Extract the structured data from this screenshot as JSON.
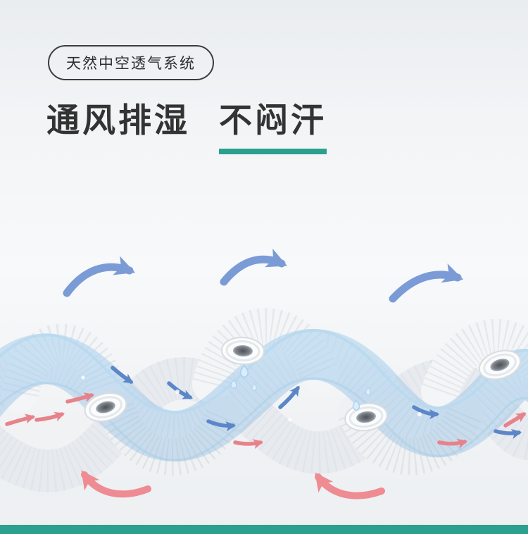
{
  "header": {
    "badge": "天然中空透气系统",
    "title_part1": "通风排湿",
    "title_part2": "不闷汗"
  },
  "illustration": {
    "icons": [
      {
        "name": "airflow-out-arrow-icon",
        "glyph": "↗",
        "color": "#7b9bd6"
      },
      {
        "name": "airflow-return-arrow-icon",
        "glyph": "↖",
        "color": "#ef8b92"
      },
      {
        "name": "moisture-droplet-icon",
        "glyph": "💧",
        "color": "#dcedfa"
      },
      {
        "name": "hollow-fiber-opening-icon",
        "glyph": "◯",
        "color": "#6f757c"
      }
    ]
  },
  "colors": {
    "accent_teal": "#2aa18e",
    "arrow_blue": "#7b9bd6",
    "arrow_pink": "#ef8b92",
    "small_arrow_blue": "#5b86c8",
    "small_arrow_red": "#e8828a",
    "wave_blue": "#8fc0e8",
    "heading_text": "#333333",
    "badge_border": "#3c3c3c"
  }
}
